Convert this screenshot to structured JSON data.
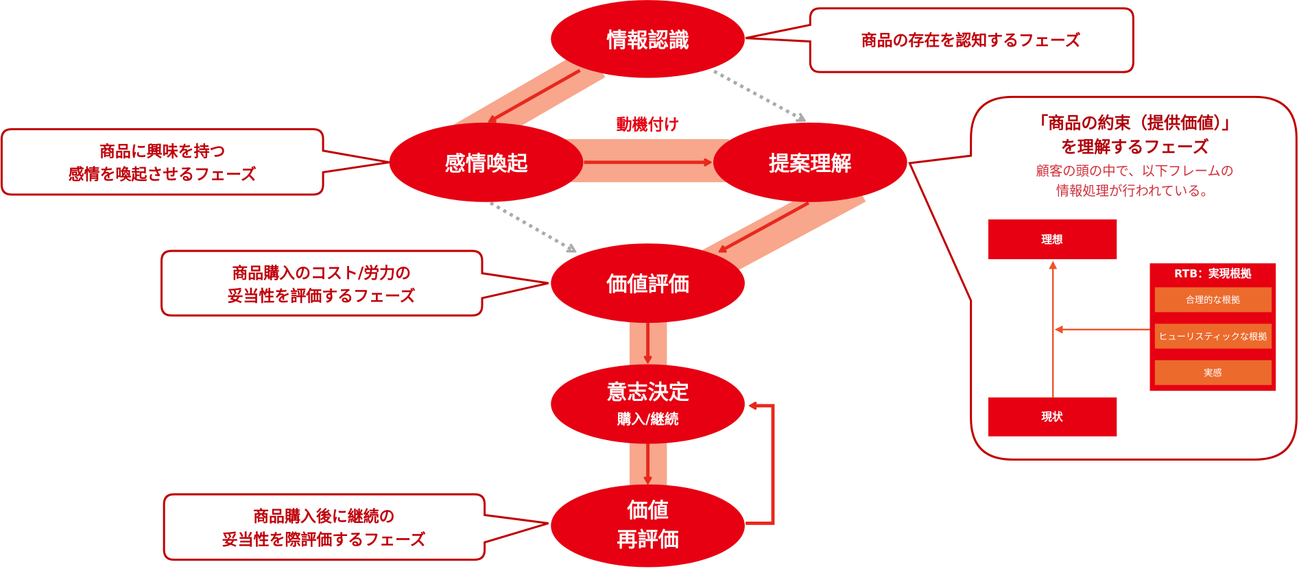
{
  "nodes": {
    "awareness": "情報認識",
    "emotion": "感情喚起",
    "understanding": "提案理解",
    "evaluation": "価値評価",
    "decision": "意志決定",
    "decision_sub": "購入/継続",
    "reevaluation_1": "価値",
    "reevaluation_2": "再評価"
  },
  "edge_label": "動機付け",
  "callouts": {
    "awareness": "商品の存在を認知するフェーズ",
    "emotion": [
      "商品に興味を持つ",
      "感情を喚起させるフェーズ"
    ],
    "evaluation": [
      "商品購入のコスト/労力の",
      "妥当性を評価するフェーズ"
    ],
    "reevaluation": [
      "商品購入後に継続の",
      "妥当性を際評価するフェーズ"
    ]
  },
  "panel": {
    "title": [
      "「商品の約束（提供価値）」",
      "を理解するフェーズ"
    ],
    "subtitle": [
      "顧客の頭の中で、以下フレームの",
      "情報処理が行われている。"
    ],
    "ideal": "理想",
    "current": "現状",
    "rtb_title": "RTB：実現根拠",
    "rtb_items": [
      "合理的な根拠",
      "ヒューリスティックな根拠",
      "実感"
    ]
  },
  "colors": {
    "node": "#e60012",
    "band": "#f8a68c",
    "arrow": "#e8281c",
    "callout_border": "#c00000",
    "dotted": "#aaaaaa",
    "rtb_item": "#ec6a2c",
    "frame_arrow": "#f0522a"
  }
}
